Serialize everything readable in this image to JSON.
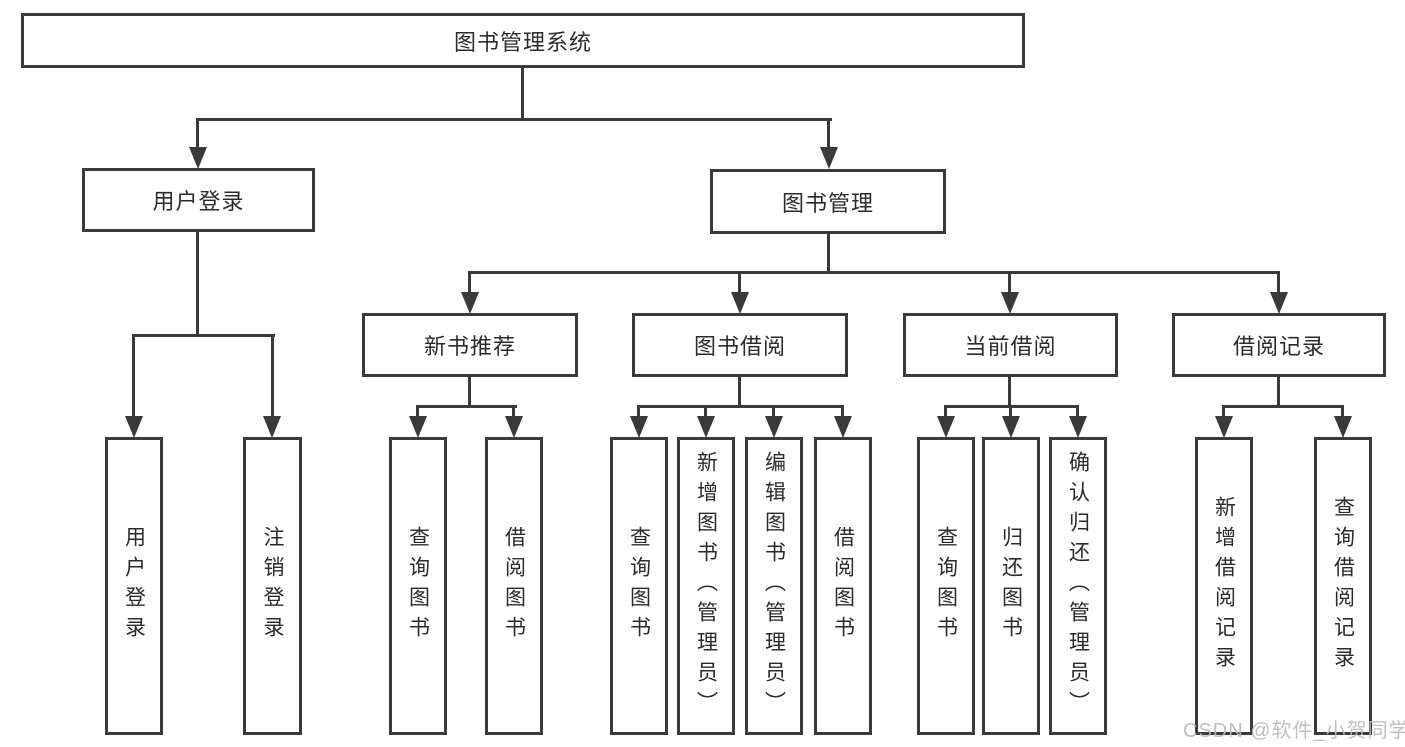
{
  "diagram": {
    "type": "hierarchy-tree",
    "root": {
      "label": "图书管理系统"
    },
    "branches": [
      {
        "label": "用户登录",
        "children": [
          {
            "label": "用户登录"
          },
          {
            "label": "注销登录"
          }
        ]
      },
      {
        "label": "图书管理",
        "sections": [
          {
            "label": "新书推荐",
            "children": [
              {
                "label": "查询图书"
              },
              {
                "label": "借阅图书"
              }
            ]
          },
          {
            "label": "图书借阅",
            "children": [
              {
                "label": "查询图书"
              },
              {
                "label": "新增图书（管理员）"
              },
              {
                "label": "编辑图书（管理员）"
              },
              {
                "label": "借阅图书"
              }
            ]
          },
          {
            "label": "当前借阅",
            "children": [
              {
                "label": "查询图书"
              },
              {
                "label": "归还图书"
              },
              {
                "label": "确认归还（管理员）"
              }
            ]
          },
          {
            "label": "借阅记录",
            "children": [
              {
                "label": "新增借阅记录"
              },
              {
                "label": "查询借阅记录"
              }
            ]
          }
        ]
      }
    ]
  },
  "watermark": {
    "text": "CSDN @软件_小贺同学"
  },
  "colors": {
    "line": "#3a3a3a",
    "text": "#2b2b2b",
    "box_background": "#ffffff",
    "page_background": "#ffffff",
    "watermark": "#b9b9b9"
  }
}
